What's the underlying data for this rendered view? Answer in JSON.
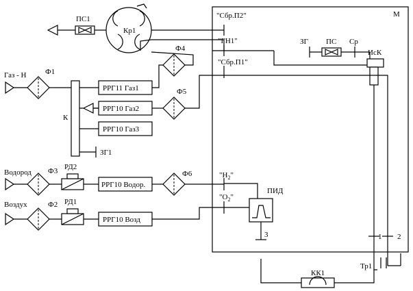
{
  "labels": {
    "M": "М",
    "sbr_p2": "\"Сбр.П2\"",
    "gn1": "\"ГН1\"",
    "sbr_p1": "\"Сбр.П1\"",
    "h2_port_pre": "\"H",
    "h2_port_sub": "2",
    "h2_port_post": "\"",
    "o2_port_pre": "\"O",
    "o2_port_sub": "2",
    "o2_port_post": "\"",
    "pid": "ПИД",
    "isk": "ИсК",
    "zg": "ЗГ",
    "ps_inner": "ПС",
    "sr": "Ср",
    "ps1": "ПС1",
    "kr1": "Кр1",
    "f1": "Ф1",
    "f2": "Ф2",
    "f3": "Ф3",
    "f4": "Ф4",
    "f5": "Ф5",
    "f6": "Ф6",
    "gas_n": "Газ - Н",
    "hydrogen": "Водород",
    "air": "Воздух",
    "rd1": "РД1",
    "rd2": "РД2",
    "k": "К",
    "zg1": "ЗГ1",
    "rrg_gas1": "РРГ11 Газ1",
    "rrg_gas2": "РРГ10 Газ2",
    "rrg_gas3": "РРГ10 Газ3",
    "rrg_vodor": "РРГ10 Водор.",
    "rrg_vozd": "РРГ10 Возд",
    "port1": "1",
    "port2": "2",
    "port3": "3",
    "tr1": "Тр1",
    "kk1": "КК1"
  }
}
